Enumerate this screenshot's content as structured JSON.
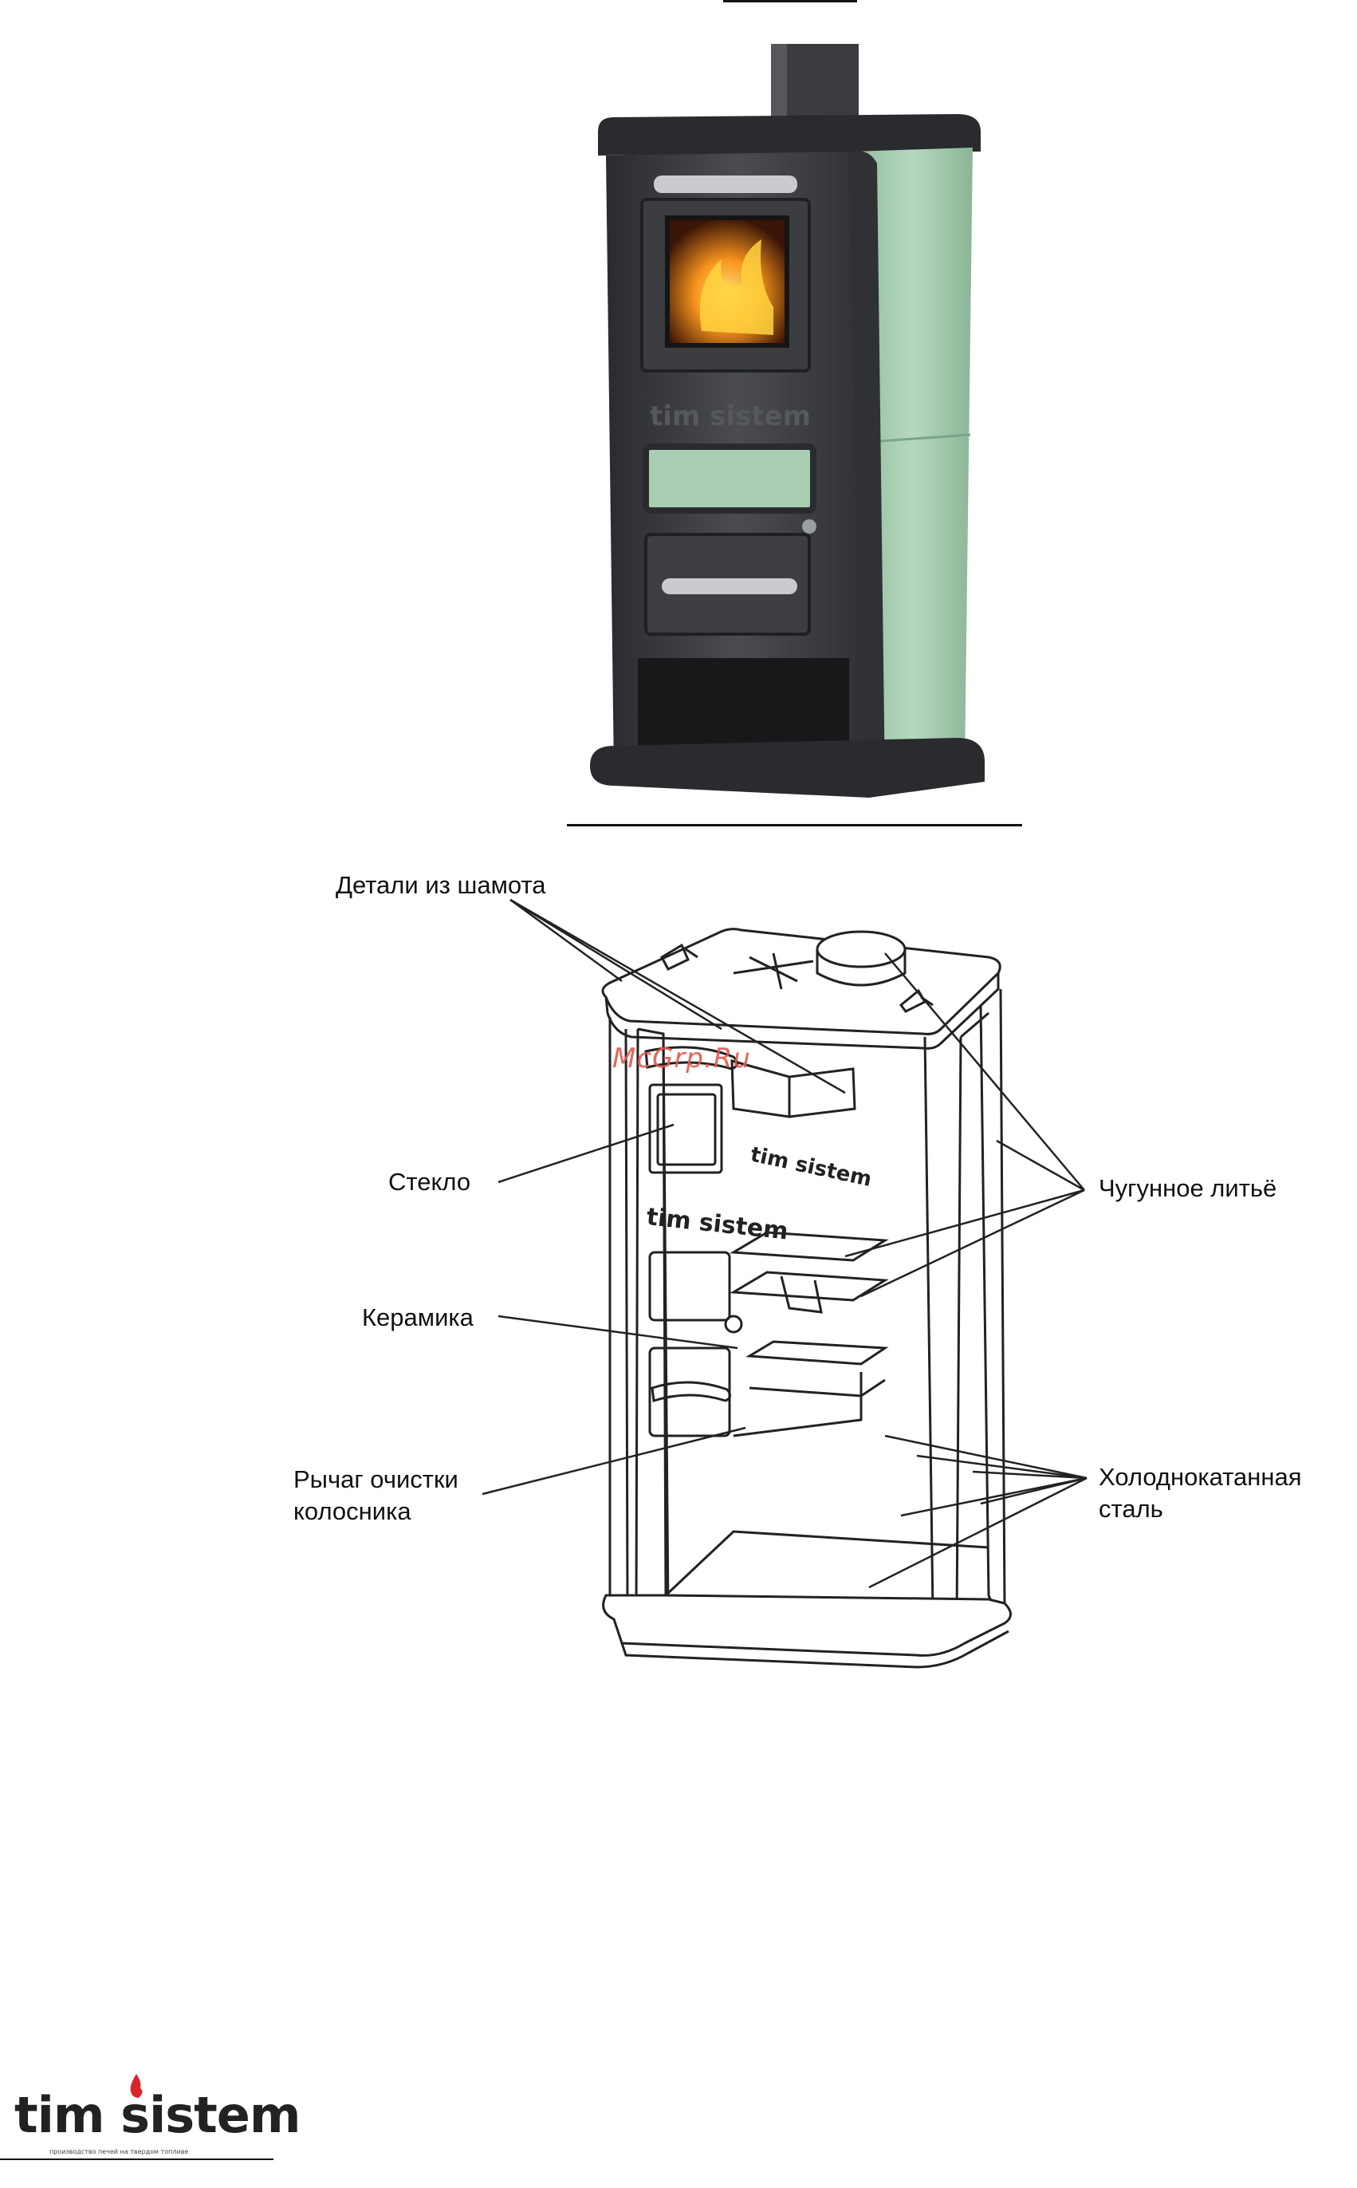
{
  "diagram": {
    "watermark": "McGrp.Ru",
    "labels": {
      "fireclay": "Детали из шамота",
      "glass": "Стекло",
      "ceramic": "Керамика",
      "grate_lever": "Рычаг очистки\nколосника",
      "cast_iron": "Чугунное литьё",
      "cold_rolled_steel": "Холоднокатанная\nсталь"
    },
    "stove_brand": "tim sistem"
  },
  "footer": {
    "logo_text": "tim sistem",
    "tagline": "производство печей на твердом топливе"
  },
  "colors": {
    "body_dark": "#3d3f42",
    "tile_green": "#a9cdb2",
    "fire": "#f29a1d",
    "logo_flame": "#d8262c",
    "watermark": "#e0594a"
  }
}
